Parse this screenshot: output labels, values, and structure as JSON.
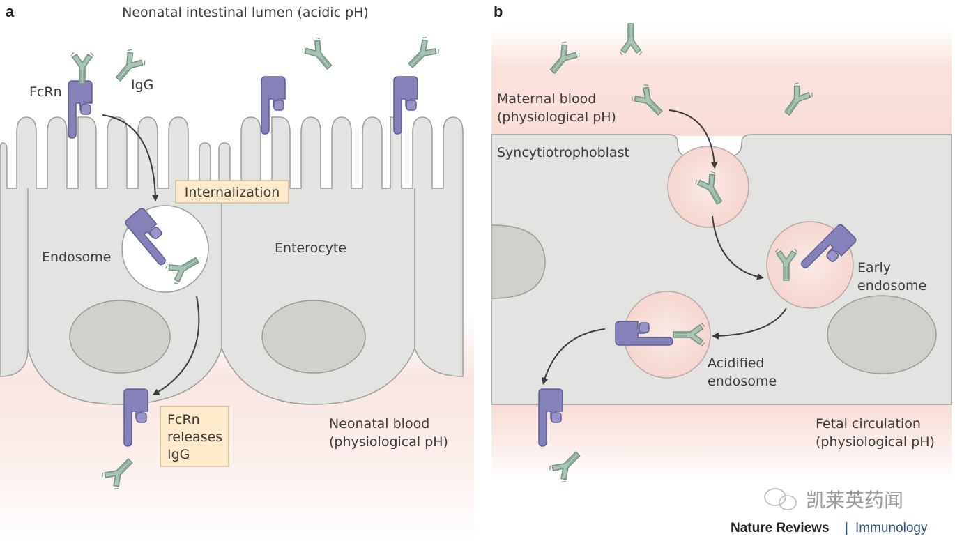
{
  "panel_a": {
    "letter": "a",
    "lumen_label": "Neonatal intestinal lumen (acidic pH)",
    "fcrn_label": "FcRn",
    "igg_label": "IgG",
    "internalization_label": "Internalization",
    "endosome_label": "Endosome",
    "enterocyte_label": "Enterocyte",
    "release_label_lines": [
      "FcRn",
      "releases",
      "IgG"
    ],
    "blood_label_lines": [
      "Neonatal blood",
      "(physiological pH)"
    ]
  },
  "panel_b": {
    "letter": "b",
    "maternal_label_lines": [
      "Maternal blood",
      "(physiological pH)"
    ],
    "syncytio_label": "Syncytiotrophoblast",
    "early_endosome_lines": [
      "Early",
      "endosome"
    ],
    "acidified_endosome_lines": [
      "Acidified",
      "endosome"
    ],
    "fetal_label_lines": [
      "Fetal circulation",
      "(physiological pH)"
    ]
  },
  "credit": {
    "journal": "Nature Reviews",
    "separator": "|",
    "section": "Immunology"
  },
  "watermark": "凯莱英药闻",
  "colors": {
    "fcrn": "#8482b8",
    "fcrn_stroke": "#5f5d92",
    "igg": "#a9c4b4",
    "igg_stroke": "#6f917e",
    "cell": "#e3e3e1",
    "nucleus": "#cfd1ca",
    "label_box": "#fdeacb"
  }
}
